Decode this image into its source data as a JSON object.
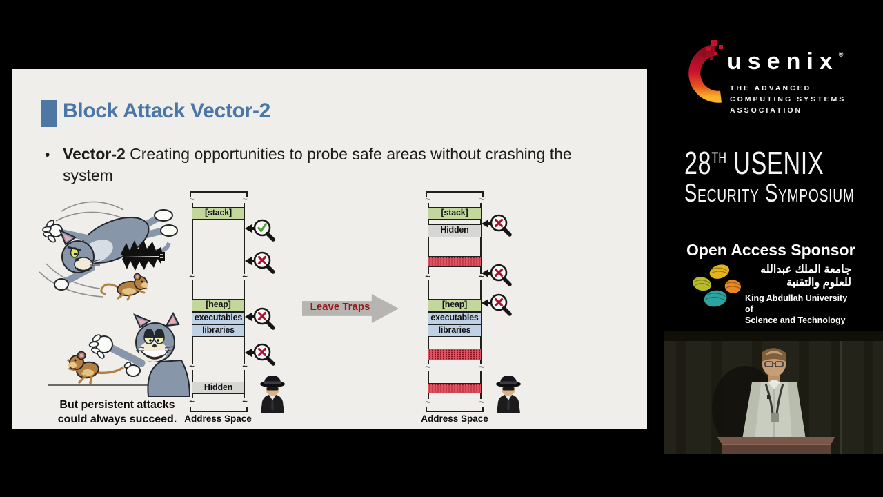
{
  "glyphs": {
    "bullet": "•",
    "tilde": "~"
  },
  "slide": {
    "title": "Block Attack Vector-2",
    "bullet": {
      "bold": "Vector-2",
      "line1": "Creating opportunities to probe safe areas without crashing the",
      "line2": "system"
    },
    "caption": {
      "line1": "But persistent attacks",
      "line2": "could always succeed."
    },
    "arrow_label": "Leave Traps",
    "left_diagram": {
      "stack": "[stack]",
      "heap": "[heap]",
      "executables": "executables",
      "libraries": "libraries",
      "hidden": "Hidden",
      "address_space": "Address Space"
    },
    "right_diagram": {
      "stack": "[stack]",
      "hidden": "Hidden",
      "heap": "[heap]",
      "executables": "executables",
      "libraries": "libraries",
      "address_space": "Address Space"
    }
  },
  "sidebar": {
    "usenix": {
      "wordmark": "usenix",
      "registered": "®",
      "tagline1": "THE ADVANCED",
      "tagline2": "COMPUTING SYSTEMS",
      "tagline3": "ASSOCIATION"
    },
    "symposium": {
      "number": "28",
      "ordinal": "TH",
      "name": "USENIX",
      "line2": "Security Symposium"
    },
    "sponsor": {
      "heading": "Open Access Sponsor",
      "arabic1": "جامعة الملك عبدالله",
      "arabic2": "للعلوم والتقنية",
      "english1": "King Abdullah University of",
      "english2": "Science and Technology"
    }
  },
  "colors": {
    "accent_blue": "#4a77a8",
    "band_green": "#c3d69b",
    "band_blue": "#bfd1e5",
    "band_gray": "#d6d6d4",
    "trap_red": "#e0525f",
    "arrow_text_red": "#9b1716",
    "usenix_red": "#c8102e"
  }
}
